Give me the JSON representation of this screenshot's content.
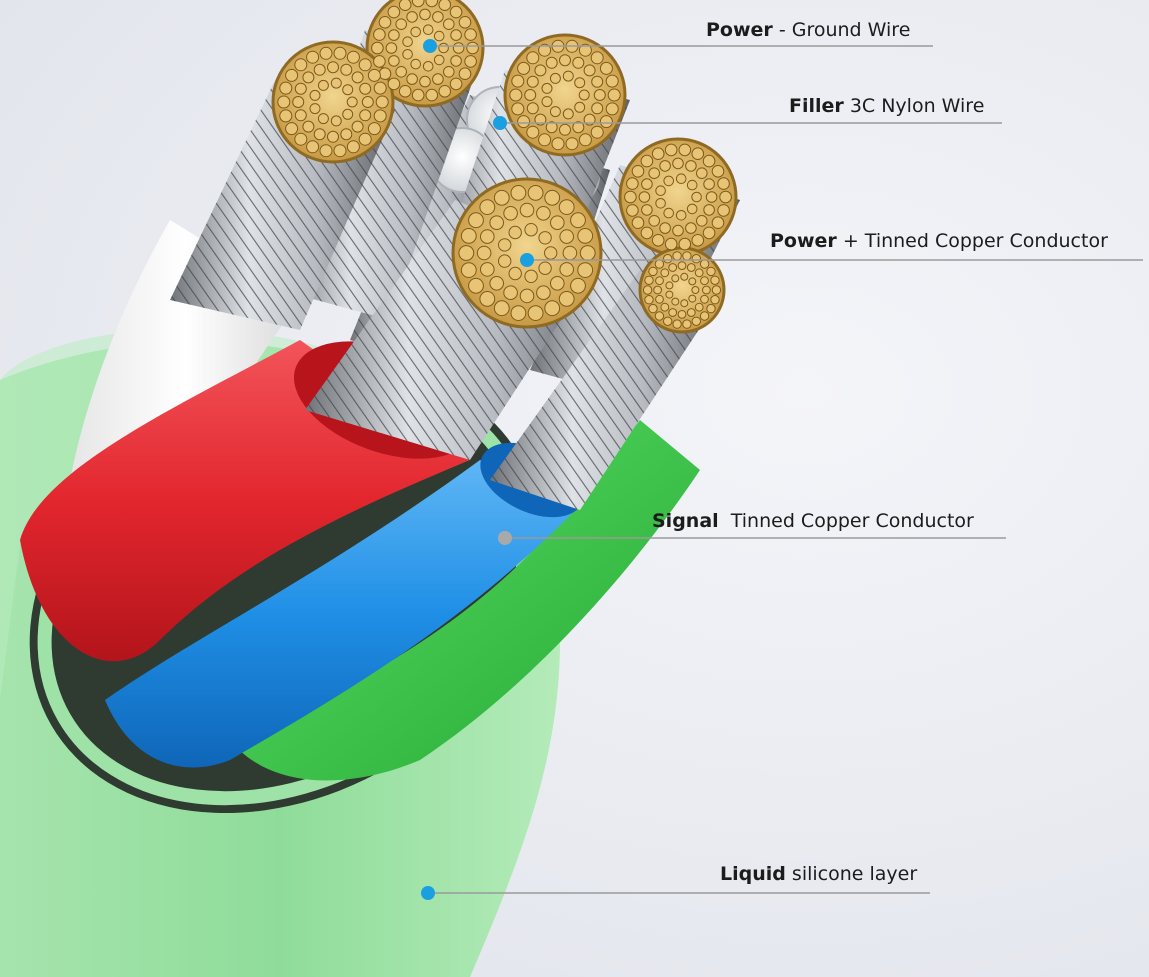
{
  "colors": {
    "jacket": "#8fdc9a",
    "inner_green": "#3cc74a",
    "red": "#e3262e",
    "blue": "#1f8fe6",
    "white": "#f2f2f2",
    "copper": "#d6b15e",
    "leader_line": "#9a9a9a",
    "dot_blue": "#1aa0e0",
    "dot_grey": "#a9a9a9"
  },
  "callouts": [
    {
      "bold": "Power",
      "text": " - Ground Wire",
      "dot": "dot_blue"
    },
    {
      "bold": "Filler",
      "text": " 3C Nylon Wire",
      "dot": "dot_blue"
    },
    {
      "bold": "Power",
      "text": " + Tinned Copper Conductor",
      "dot": "dot_blue"
    },
    {
      "bold": "Signal",
      "text": "  Tinned Copper Conductor",
      "dot": "dot_grey"
    },
    {
      "bold": "Liquid",
      "text": " silicone layer",
      "dot": "dot_blue"
    }
  ]
}
